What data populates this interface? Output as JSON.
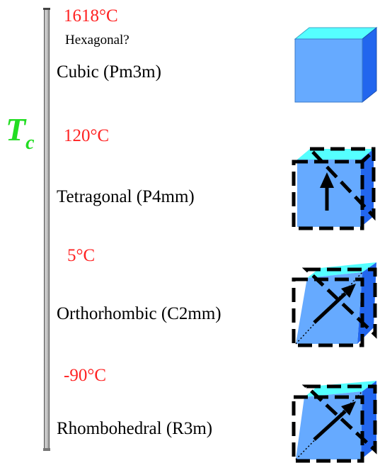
{
  "axis_label": {
    "main": "T",
    "subscript": "c"
  },
  "temperatures": [
    "1618°C",
    "120°C",
    "5°C",
    "-90°C"
  ],
  "note": "Hexagonal?",
  "phases": [
    {
      "label": "Cubic (Pm3m)",
      "polarization": "none"
    },
    {
      "label": "Tetragonal (P4mm)",
      "polarization": "[001]"
    },
    {
      "label": "Orthorhombic (C2mm)",
      "polarization": "[011]"
    },
    {
      "label": "Rhombohedral (R3m)",
      "polarization": "[111]"
    }
  ],
  "colors": {
    "temperature_text": "#ff2222",
    "tc_label": "#22dd22",
    "cube_front": "#66aaff",
    "cube_top": "#55ffff",
    "cube_side": "#2266ee",
    "dashed_outline": "#000000"
  }
}
